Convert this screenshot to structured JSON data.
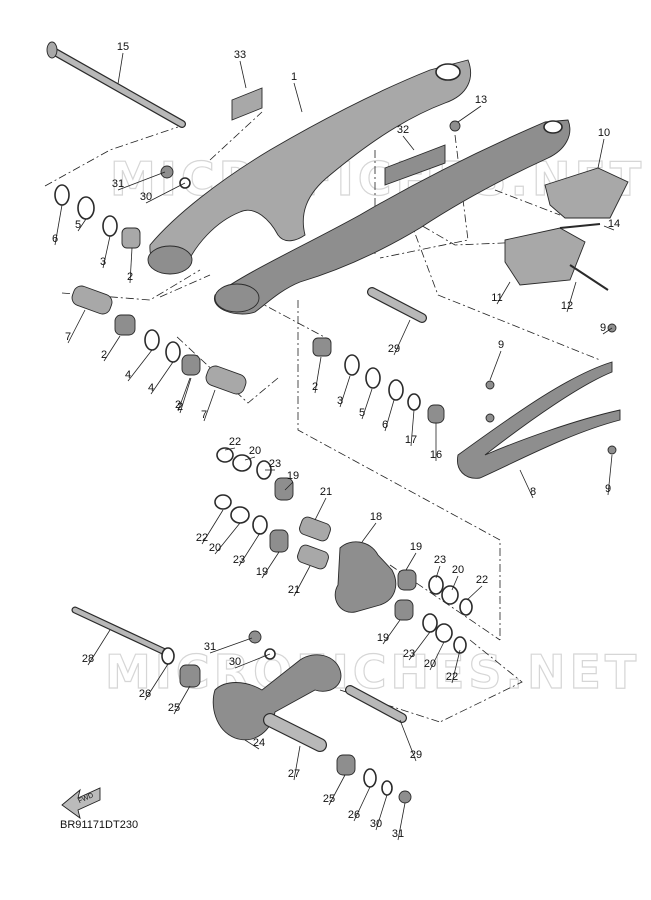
{
  "diagram_code": "BR91171DT230",
  "fwd_label": "FWD",
  "watermark": "MICROFICHES.NET",
  "callouts": [
    {
      "n": "1"
    },
    {
      "n": "2"
    },
    {
      "n": "2"
    },
    {
      "n": "2"
    },
    {
      "n": "2"
    },
    {
      "n": "2"
    },
    {
      "n": "3"
    },
    {
      "n": "3"
    },
    {
      "n": "4"
    },
    {
      "n": "4"
    },
    {
      "n": "5"
    },
    {
      "n": "5"
    },
    {
      "n": "6"
    },
    {
      "n": "6"
    },
    {
      "n": "7"
    },
    {
      "n": "7"
    },
    {
      "n": "8"
    },
    {
      "n": "9"
    },
    {
      "n": "9"
    },
    {
      "n": "9"
    },
    {
      "n": "10"
    },
    {
      "n": "11"
    },
    {
      "n": "12"
    },
    {
      "n": "13"
    },
    {
      "n": "14"
    },
    {
      "n": "15"
    },
    {
      "n": "16"
    },
    {
      "n": "17"
    },
    {
      "n": "18"
    },
    {
      "n": "19"
    },
    {
      "n": "19"
    },
    {
      "n": "19"
    },
    {
      "n": "19"
    },
    {
      "n": "20"
    },
    {
      "n": "20"
    },
    {
      "n": "20"
    },
    {
      "n": "20"
    },
    {
      "n": "21"
    },
    {
      "n": "21"
    },
    {
      "n": "22"
    },
    {
      "n": "22"
    },
    {
      "n": "22"
    },
    {
      "n": "22"
    },
    {
      "n": "23"
    },
    {
      "n": "23"
    },
    {
      "n": "23"
    },
    {
      "n": "23"
    },
    {
      "n": "24"
    },
    {
      "n": "25"
    },
    {
      "n": "25"
    },
    {
      "n": "26"
    },
    {
      "n": "26"
    },
    {
      "n": "27"
    },
    {
      "n": "28"
    },
    {
      "n": "29"
    },
    {
      "n": "29"
    },
    {
      "n": "30"
    },
    {
      "n": "30"
    },
    {
      "n": "30"
    },
    {
      "n": "31"
    },
    {
      "n": "31"
    },
    {
      "n": "31"
    },
    {
      "n": "32"
    },
    {
      "n": "33"
    }
  ]
}
